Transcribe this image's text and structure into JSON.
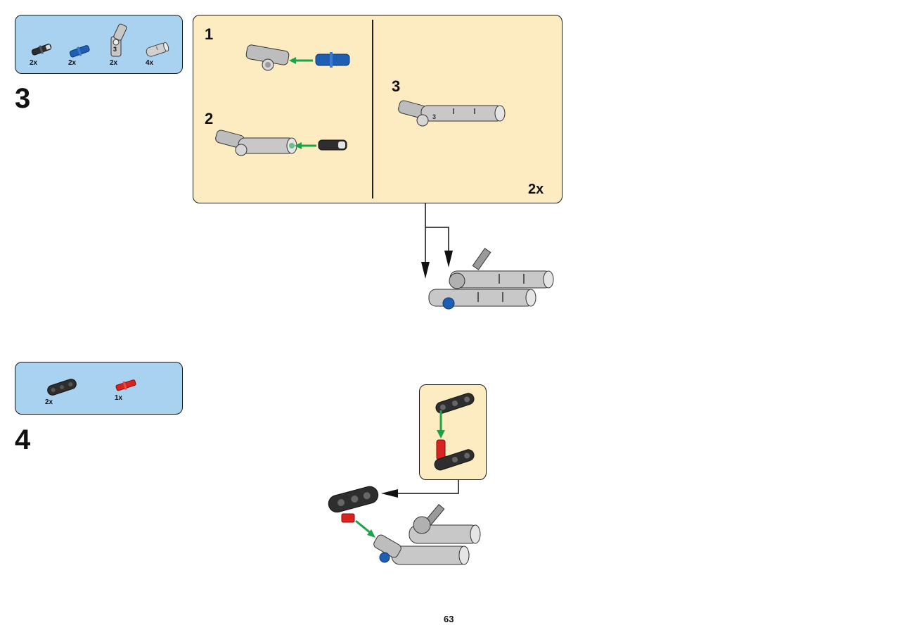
{
  "page": {
    "number": "63"
  },
  "step3": {
    "number": "3",
    "parts": [
      {
        "qty": "2x",
        "icon": "black-friction-pin-icon"
      },
      {
        "qty": "2x",
        "icon": "blue-pin-icon"
      },
      {
        "qty": "2x",
        "icon": "angle-connector-3-icon",
        "label": "3"
      },
      {
        "qty": "4x",
        "icon": "gray-tube-connector-icon"
      }
    ],
    "substeps": [
      {
        "number": "1"
      },
      {
        "number": "2"
      },
      {
        "number": "3"
      }
    ],
    "multiplier": "2x",
    "connector_label": "3"
  },
  "step4": {
    "number": "4",
    "parts": [
      {
        "qty": "2x",
        "icon": "black-liftarm-icon"
      },
      {
        "qty": "1x",
        "icon": "red-axle-pin-icon"
      }
    ]
  },
  "colors": {
    "parts_box": "#a9d1f0",
    "sub_panel": "#fdebc2",
    "arrow_green": "#1aa34a",
    "part_gray": "#b8b8b8",
    "part_blue": "#1e5fb3",
    "part_red": "#d8231f",
    "part_black": "#2e2e2e"
  }
}
